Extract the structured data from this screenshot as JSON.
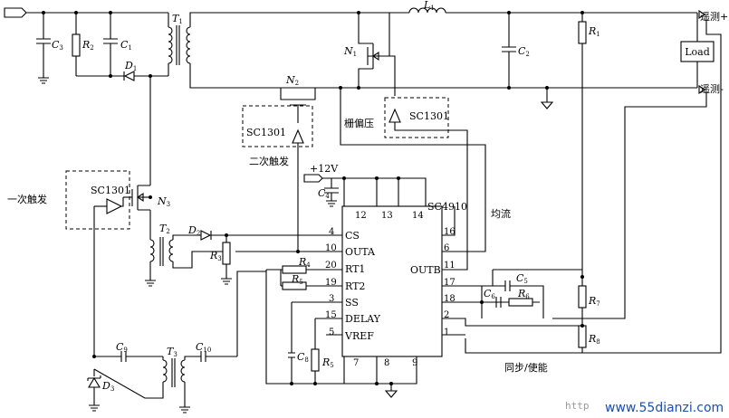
{
  "components": {
    "C3": "C",
    "C3_sub": "3",
    "R2": "R",
    "R2_sub": "2",
    "C1": "C",
    "C1_sub": "1",
    "D1": "D",
    "D1_sub": "1",
    "T1": "T",
    "T1_sub": "1",
    "L1": "L",
    "L1_sub": "1",
    "N1": "N",
    "N1_sub": "1",
    "C2": "C",
    "C2_sub": "2",
    "R1": "R",
    "R1_sub": "1",
    "N2": "N",
    "N2_sub": "2",
    "N3": "N",
    "N3_sub": "3",
    "T2": "T",
    "T2_sub": "2",
    "D2": "D",
    "D2_sub": "2",
    "R3": "R",
    "R3_sub": "3",
    "C4": "C",
    "C4_sub": "4",
    "R4": "R",
    "R4_sub": "4",
    "R5": "R",
    "R5_sub": "5",
    "C5": "C",
    "C5_sub": "5",
    "C6": "C",
    "C6_sub": "6",
    "R6": "R",
    "R6_sub": "6",
    "R7": "R",
    "R7_sub": "7",
    "R8": "R",
    "R8_sub": "8",
    "C8": "C",
    "C8_sub": "8",
    "R5b": "R",
    "R5b_sub": "5",
    "C9": "C",
    "C9_sub": "9",
    "T3": "T",
    "T3_sub": "3",
    "C10": "C",
    "C10_sub": "10",
    "D3": "D",
    "D3_sub": "3"
  },
  "labels": {
    "load": "Load",
    "sense_plus": "遥测+",
    "sense_minus": "遥测-",
    "driver_n2": "SC1301",
    "driver_n1": "SC1301",
    "driver_n3": "SC1301",
    "grid_bias": "栅偏压",
    "secondary_trigger": "二次触发",
    "primary_trigger": "一次触发",
    "supply": "+12V",
    "ic_name": "SC4910",
    "current_share": "均流",
    "sync_enable": "同步/使能"
  },
  "ic": {
    "pins_left": [
      {
        "num": "4",
        "name": "CS"
      },
      {
        "num": "10",
        "name": "OUTA"
      },
      {
        "num": "20",
        "name": "RT1"
      },
      {
        "num": "19",
        "name": "RT2"
      },
      {
        "num": "3",
        "name": "SS"
      },
      {
        "num": "15",
        "name": "DELAY"
      },
      {
        "num": "5",
        "name": "VREF"
      }
    ],
    "pins_top": [
      "12",
      "13",
      "14"
    ],
    "pins_right": [
      "16",
      "6",
      "11",
      "17",
      "18",
      "2",
      "1"
    ],
    "outb_label": "OUTB",
    "pins_bottom": [
      "7",
      "8",
      "9"
    ]
  },
  "watermark": {
    "prefix": "http",
    "site": "www.55dianzi.com"
  }
}
